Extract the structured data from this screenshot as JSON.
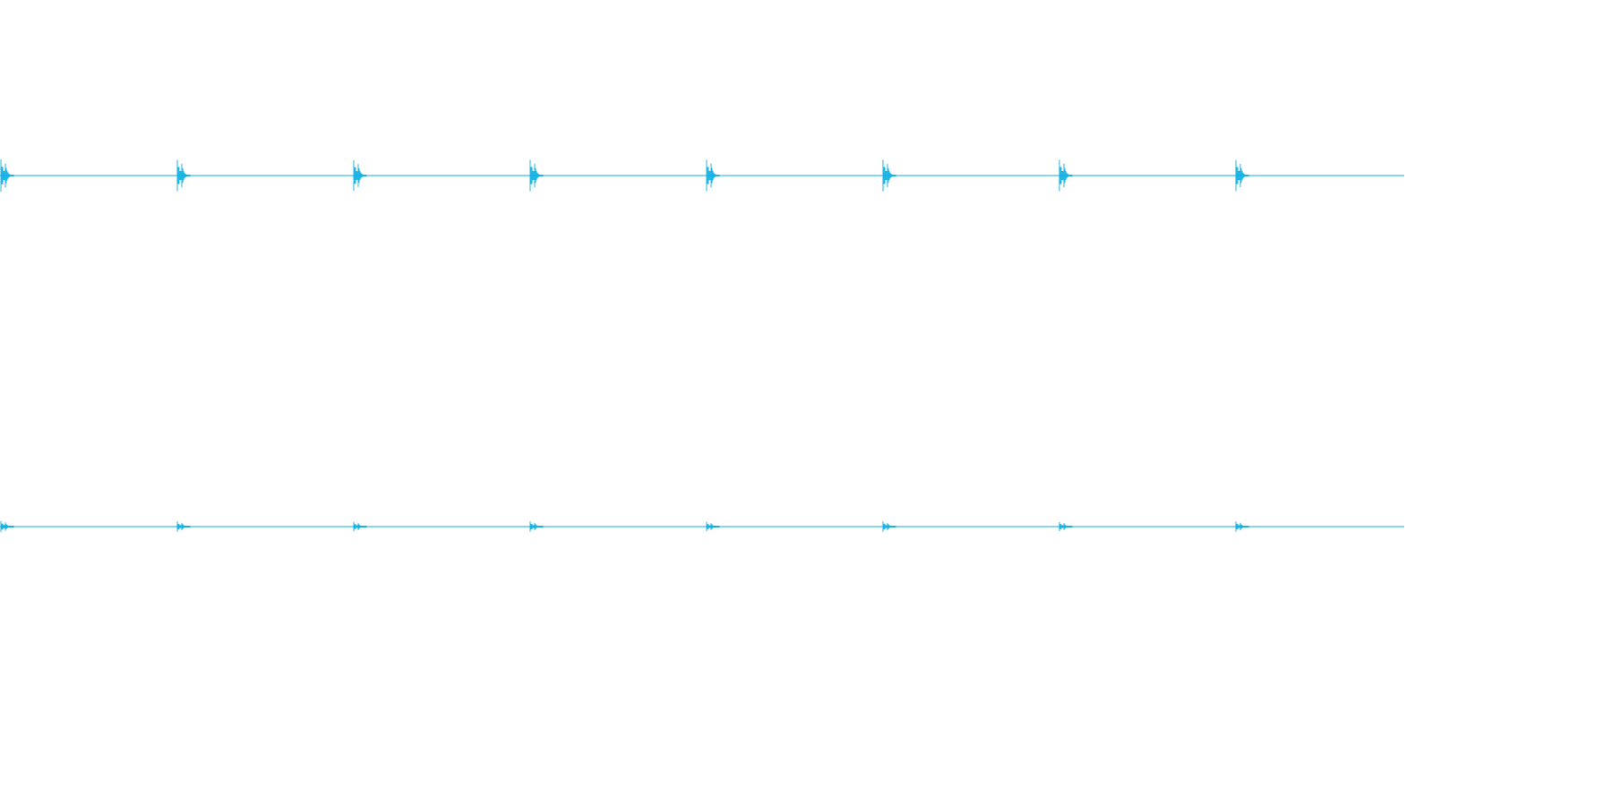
{
  "waveform": {
    "color": "#0aaee3",
    "channels": [
      {
        "name": "",
        "peak_level": 0.95,
        "transients": [
          {
            "peak": 1.0
          },
          {
            "peak": 0.97
          },
          {
            "peak": 0.95
          },
          {
            "peak": 0.98
          },
          {
            "peak": 0.98
          },
          {
            "peak": 0.97
          },
          {
            "peak": 0.98
          },
          {
            "peak": 0.97
          }
        ]
      },
      {
        "name": "",
        "peak_level": 0.55,
        "transients": [
          {
            "peak": 0.6
          },
          {
            "peak": 0.55
          },
          {
            "peak": 0.5
          },
          {
            "peak": 0.55
          },
          {
            "peak": 0.5
          },
          {
            "peak": 0.55
          },
          {
            "peak": 0.5
          },
          {
            "peak": 0.55
          }
        ]
      }
    ]
  }
}
